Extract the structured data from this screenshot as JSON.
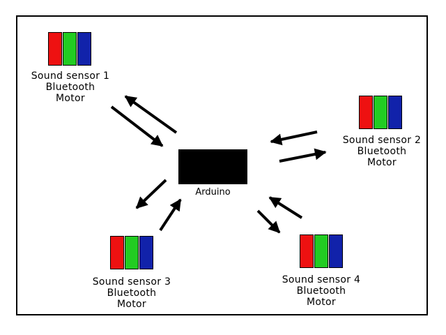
{
  "colors": {
    "red": "#ee1111",
    "green": "#22cc22",
    "blue": "#1122aa",
    "border": "#000000"
  },
  "hub": {
    "label": "Arduino"
  },
  "nodes": [
    {
      "id": "node-1",
      "lines": [
        "Sound sensor 1",
        "Bluetooth",
        "Motor"
      ]
    },
    {
      "id": "node-2",
      "lines": [
        "Sound sensor 2",
        "Bluetooth",
        "Motor"
      ]
    },
    {
      "id": "node-3",
      "lines": [
        "Sound sensor 3",
        "Bluetooth",
        "Motor"
      ]
    },
    {
      "id": "node-4",
      "lines": [
        "Sound sensor 4",
        "Bluetooth",
        "Motor"
      ]
    }
  ]
}
